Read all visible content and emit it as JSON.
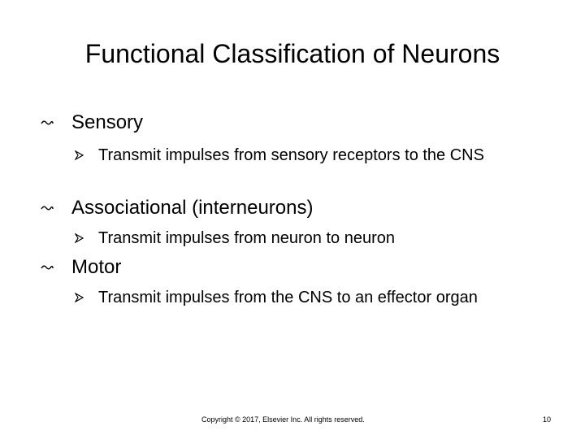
{
  "slide": {
    "title": "Functional Classification of Neurons",
    "items": [
      {
        "label": "Sensory",
        "subitems": [
          "Transmit impulses from sensory receptors to the CNS"
        ]
      },
      {
        "label": "Associational (interneurons)",
        "subitems": [
          "Transmit impulses from neuron to neuron"
        ]
      },
      {
        "label": "Motor",
        "subitems": [
          "Transmit impulses from the CNS to an effector organ"
        ]
      }
    ],
    "bullet_icon_level1": "wave-bullet-icon",
    "bullet_icon_level2": "arrowhead-bullet-icon"
  },
  "footer": {
    "copyright": "Copyright © 2017, Elsevier Inc. All rights reserved.",
    "page_number": "10"
  }
}
